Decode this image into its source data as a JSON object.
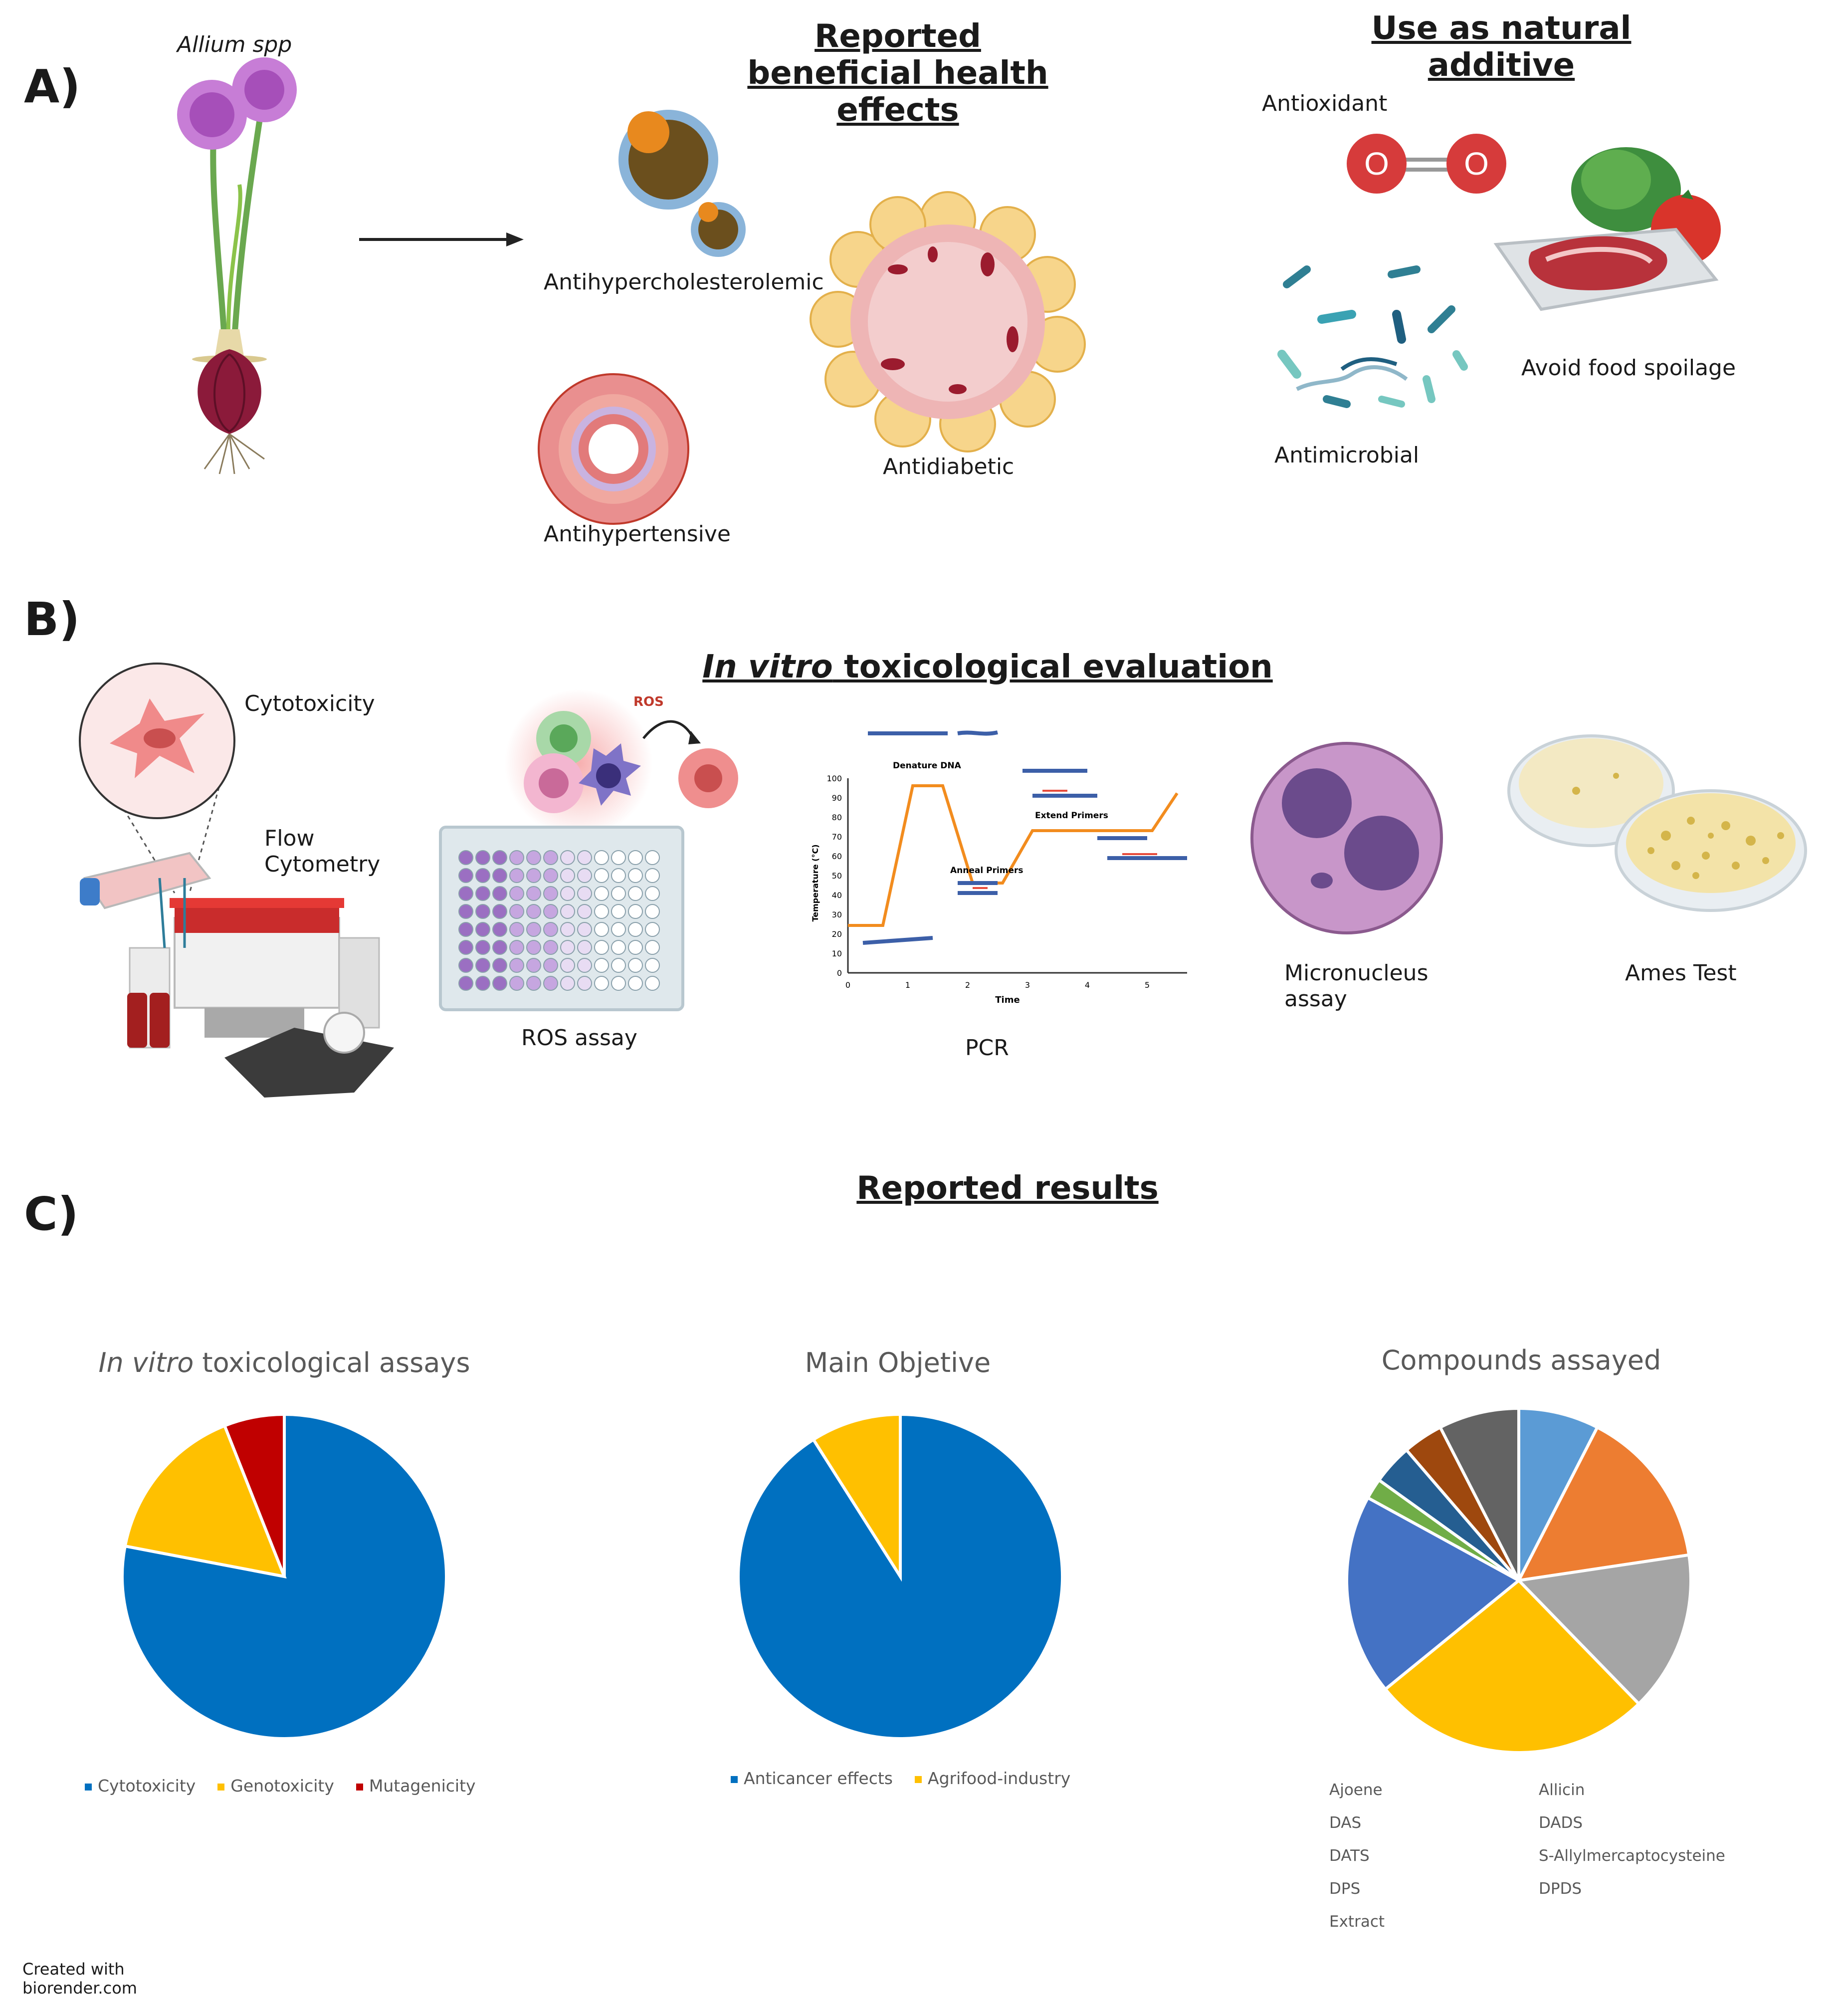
{
  "panelA": {
    "letter": "A)",
    "plant_label": "Allium spp",
    "health_heading": "Reported beneficial health effects",
    "health_effects": [
      "Antihypercholesterolemic",
      "Antidiabetic",
      "Antihypertensive"
    ],
    "additive_heading": "Use as natural additive",
    "additive_uses": [
      "Antioxidant",
      "Avoid food spoilage",
      "Antimicrobial"
    ],
    "molecule_atom": "O"
  },
  "panelB": {
    "letter": "B)",
    "heading_italic": "In vitro",
    "heading_rest": " toxicological evaluation",
    "cytotoxicity": "Cytotoxicity",
    "flow_line1": "Flow",
    "flow_line2": "Cytometry",
    "ros_tag": "ROS",
    "ros_assay": "ROS assay",
    "pcr": "PCR",
    "micronucleus_line1": "Micronucleus",
    "micronucleus_line2": "assay",
    "ames": "Ames Test",
    "pcr_chart": {
      "ylabel": "Temperature (°C)",
      "xlabel": "Time",
      "yticks": [
        "0",
        "10",
        "20",
        "30",
        "40",
        "50",
        "60",
        "70",
        "80",
        "90",
        "100"
      ],
      "xticks": [
        "0",
        "1",
        "2",
        "3",
        "4",
        "5"
      ],
      "annotations": [
        "Denature DNA",
        "Anneal Primers",
        "Extend Primers"
      ]
    }
  },
  "panelC": {
    "letter": "C)",
    "heading": "Reported results"
  },
  "credit": {
    "line1": "Created with",
    "line2": "biorender.com"
  },
  "chart_data": [
    {
      "type": "pie",
      "title_italic": "In vitro",
      "title_rest": " toxicological assays",
      "categories": [
        "Cytotoxicity",
        "Genotoxicity",
        "Mutagenicity"
      ],
      "values": [
        78,
        16,
        6
      ],
      "colors": [
        "#0070C0",
        "#FFC000",
        "#C00000"
      ],
      "legend": "bottom"
    },
    {
      "type": "pie",
      "title": "Main Objetive",
      "categories": [
        "Anticancer effects",
        "Agrifood-industry"
      ],
      "values": [
        91,
        9
      ],
      "colors": [
        "#0070C0",
        "#FFC000"
      ],
      "legend": "bottom"
    },
    {
      "type": "pie",
      "title": "Compounds assayed",
      "categories": [
        "Ajoene",
        "Allicin",
        "DAS",
        "DADS",
        "DATS",
        "S-Allylmercaptocysteine",
        "DPS",
        "DPDS",
        "Extract"
      ],
      "values": [
        7.4,
        14.8,
        14.8,
        25.9,
        18.5,
        1.9,
        3.7,
        3.7,
        7.4
      ],
      "colors": [
        "#5B9BD5",
        "#ED7D31",
        "#A5A5A5",
        "#FFC000",
        "#4472C4",
        "#70AD47",
        "#255E91",
        "#9E480E",
        "#636363"
      ],
      "legend": "bottom"
    }
  ]
}
